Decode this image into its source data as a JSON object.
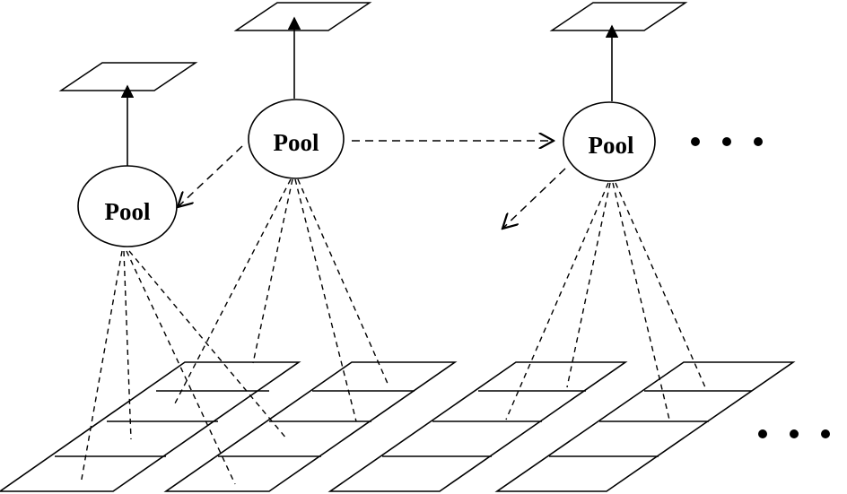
{
  "diagram": {
    "pool_nodes": [
      {
        "label": "Pool"
      },
      {
        "label": "Pool"
      },
      {
        "label": "Pool"
      }
    ],
    "continuation_top": "• • •",
    "continuation_bottom": "• • •",
    "colors": {
      "stroke": "#000000",
      "background": "#ffffff"
    }
  }
}
